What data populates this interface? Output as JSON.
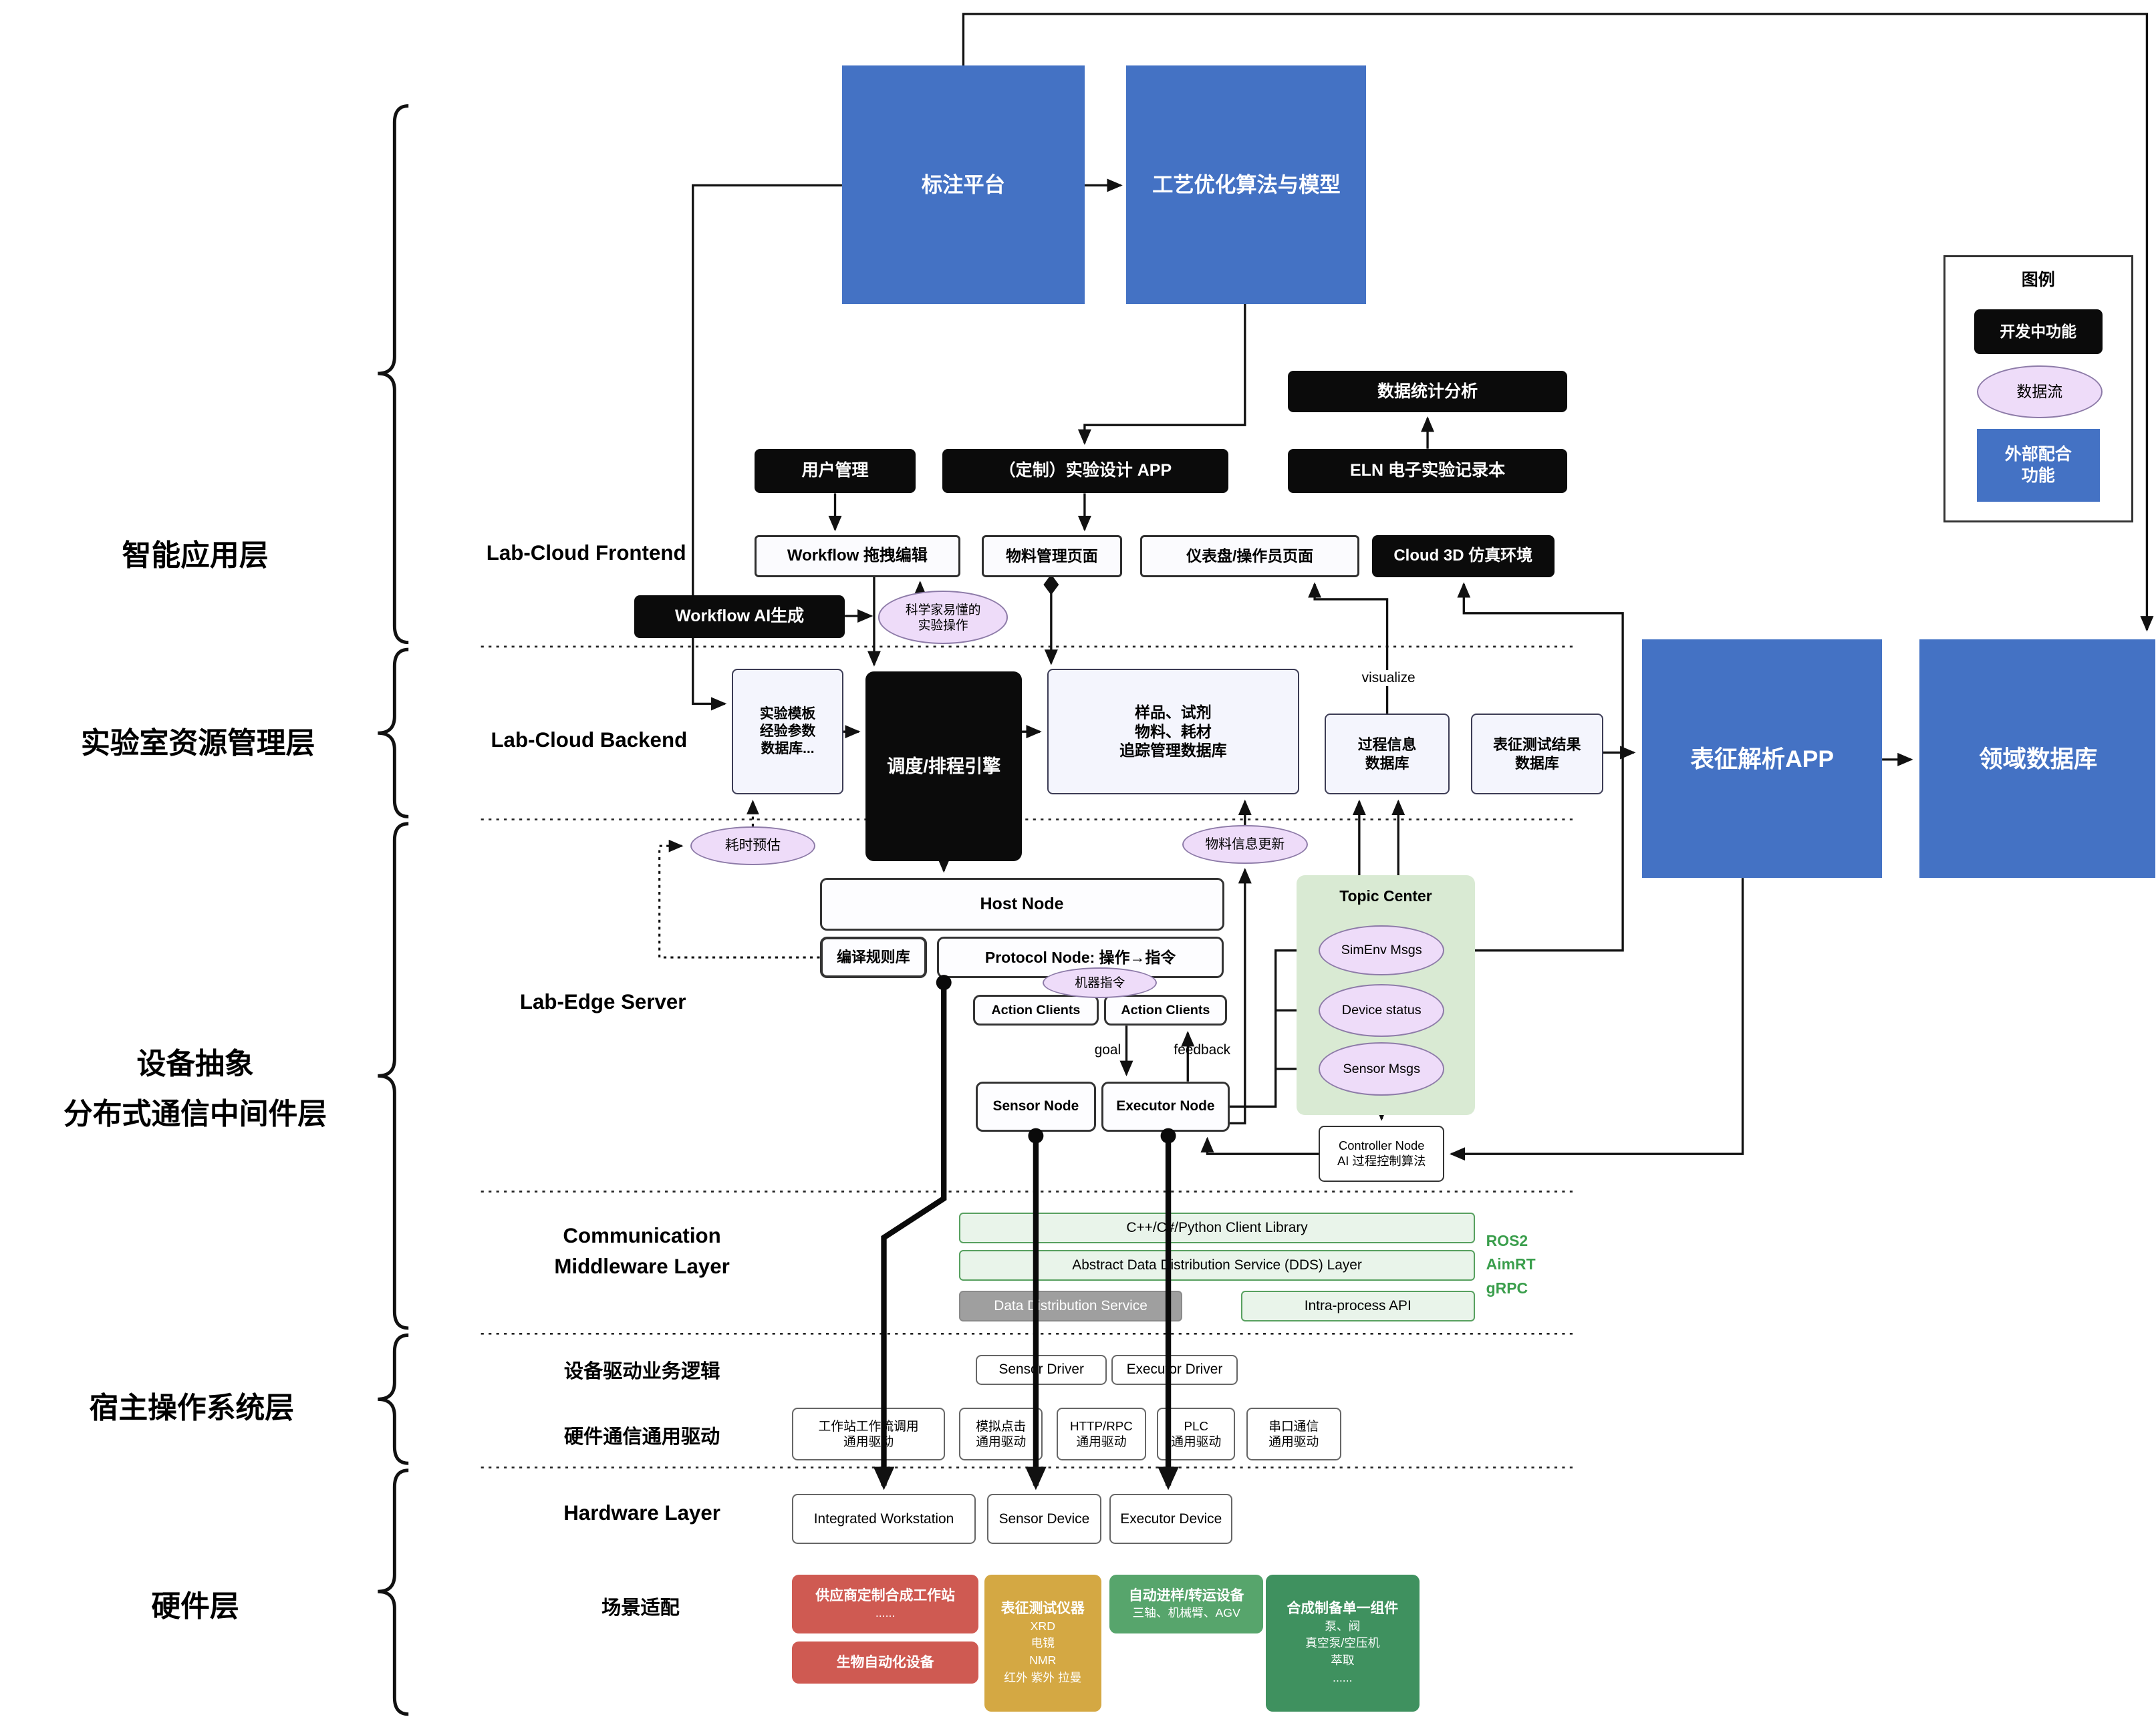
{
  "colors": {
    "blue": "#4472c4",
    "black": "#0b0b0b",
    "dataflow_ellipse": "#eedcf9",
    "topic_green": "#d9ead3",
    "middleware_green_border": "#57a05f",
    "gray_box": "#9f9f9f",
    "red_box": "#cf5a52",
    "gold_box": "#d4a843",
    "green_transfer": "#57a56c",
    "green_synth": "#3f915f",
    "proto_green_text": "#3a9e4c"
  },
  "left_labels": {
    "app_layer": "智能应用层",
    "resource_layer": "实验室资源管理层",
    "middleware_layer": "设备抽象\n分布式通信中间件层",
    "host_os_layer": "宿主操作系统层",
    "hardware_layer": "硬件层"
  },
  "sections": {
    "frontend": "Lab-Cloud Frontend",
    "backend": "Lab-Cloud Backend",
    "edge": "Lab-Edge Server",
    "comm": "Communication\nMiddleware Layer",
    "driver_logic": "设备驱动业务逻辑",
    "hw_driver": "硬件通信通用驱动",
    "hardware": "Hardware Layer",
    "scenario": "场景适配"
  },
  "external": {
    "annotation": "标注平台",
    "process_opt": "工艺优化算法与模型",
    "char_app": "表征解析APP",
    "domain_db": "领域数据库"
  },
  "legend": {
    "title": "图例",
    "dev": "开发中功能",
    "flow": "数据流",
    "external": "外部配合\n功能"
  },
  "frontend": {
    "stats": "数据统计分析",
    "user_mgmt": "用户管理",
    "custom_app": "（定制）实验设计 APP",
    "eln": "ELN 电子实验记录本",
    "wf_edit": "Workflow 拖拽编辑",
    "material_page": "物料管理页面",
    "dashboard": "仪表盘/操作员页面",
    "cloud3d": "Cloud 3D 仿真环境",
    "wf_ai": "Workflow AI生成",
    "sci_ops": "科学家易懂的\n实验操作"
  },
  "backend": {
    "template_db": "实验模板\n经验参数\n数据库...",
    "engine": "调度/排程引擎",
    "sample_db": "样品、试剂\n物料、耗材\n追踪管理数据库",
    "process_db": "过程信息\n数据库",
    "char_db": "表征测试结果\n数据库",
    "time_est": "耗时预估",
    "material_update": "物料信息更新",
    "visualize": "visualize"
  },
  "edge": {
    "host_node": "Host Node",
    "rule_lib": "编译规则库",
    "protocol_node": "Protocol Node: 操作→指令",
    "machine_cmd": "机器指令",
    "action_clients": "Action Clients",
    "goal": "goal",
    "feedback": "feedback",
    "sensor_node": "Sensor Node",
    "executor_node": "Executor Node",
    "topic_center": "Topic Center",
    "simenv": "SimEnv Msgs",
    "device_status": "Device status",
    "sensor_msgs": "Sensor Msgs",
    "controller": {
      "title": "Controller Node",
      "body": "AI 过程控制算法"
    }
  },
  "middleware": {
    "client_lib": "C++/C#/Python Client Library",
    "dds_layer": "Abstract Data Distribution Service (DDS) Layer",
    "dds": "Data Distribution Service",
    "intra": "Intra-process API",
    "ros2": "ROS2",
    "aimrt": "AimRT",
    "grpc": "gRPC"
  },
  "host_os": {
    "sensor_driver": "Sensor Driver",
    "executor_driver": "Executor Driver",
    "drv_workstation": "工作站工作流调用\n通用驱动",
    "drv_click": "模拟点击\n通用驱动",
    "drv_http": "HTTP/RPC\n通用驱动",
    "drv_plc": "PLC\n通用驱动",
    "drv_serial": "串口通信\n通用驱动"
  },
  "hardware": {
    "workstation": "Integrated Workstation",
    "sensor_device": "Sensor Device",
    "executor_device": "Executor Device"
  },
  "scenario": {
    "vendor": {
      "title": "供应商定制合成工作站",
      "body": "......"
    },
    "bio": {
      "title": "生物自动化设备"
    },
    "charac": {
      "title": "表征测试仪器",
      "body": "XRD\n电镜\nNMR\n红外 紫外 拉曼"
    },
    "transfer": {
      "title": "自动进样/转运设备",
      "body": "三轴、机械臂、AGV"
    },
    "synth": {
      "title": "合成制备单一组件",
      "body": "泵、阀\n真空泵/空压机\n萃取\n......"
    }
  }
}
